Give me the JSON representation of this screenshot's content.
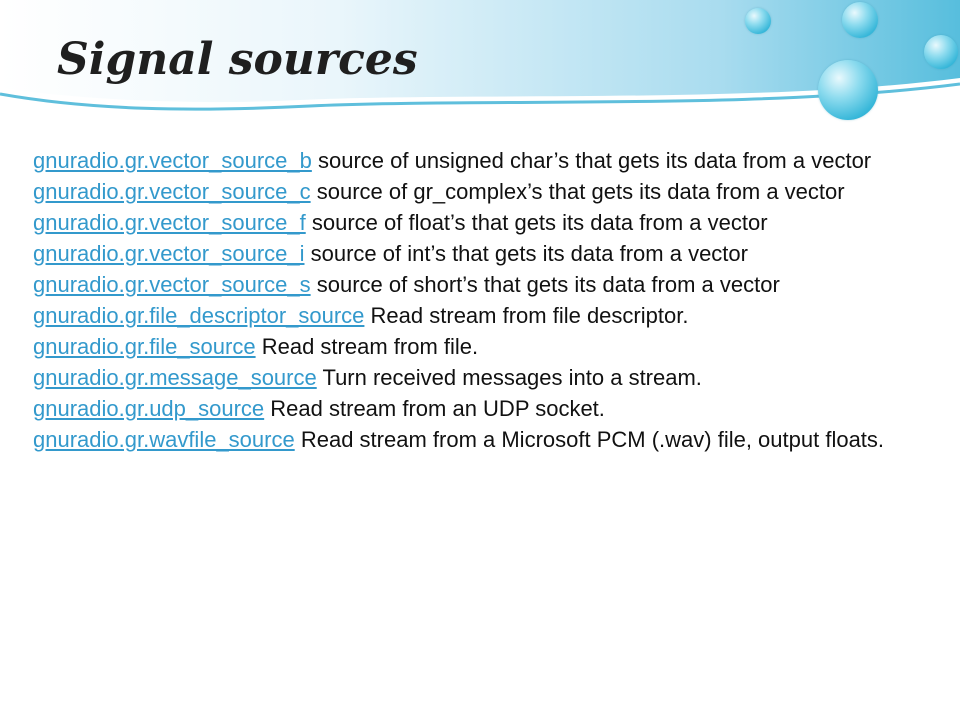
{
  "slide": {
    "title": "Signal sources"
  },
  "entries": [
    {
      "link": "gnuradio.gr.vector_source_b",
      "description": "source of unsigned char’s that gets its data from a vector"
    },
    {
      "link": "gnuradio.gr.vector_source_c",
      "description": "source of gr_complex’s that gets its data from a vector"
    },
    {
      "link": "gnuradio.gr.vector_source_f",
      "description": "source of float’s that gets its data from a vector"
    },
    {
      "link": "gnuradio.gr.vector_source_i",
      "description": "source of int’s that gets its data from a vector"
    },
    {
      "link": "gnuradio.gr.vector_source_s",
      "description": "source of short’s that gets its data from a vector"
    },
    {
      "link": "gnuradio.gr.file_descriptor_source",
      "description": "Read stream from file descriptor."
    },
    {
      "link": "gnuradio.gr.file_source",
      "description": "Read stream from file."
    },
    {
      "link": "gnuradio.gr.message_source",
      "description": "Turn received messages into a stream."
    },
    {
      "link": "gnuradio.gr.udp_source",
      "description": "Read stream from an UDP socket."
    },
    {
      "link": "gnuradio.gr.wavfile_source",
      "description": "Read stream from a Microsoft PCM (.wav) file, output floats."
    }
  ],
  "theme": {
    "link_color": "#3399cc",
    "text_color": "#111111",
    "band_light": "#eaf6fb",
    "band_dark": "#57bedd"
  }
}
